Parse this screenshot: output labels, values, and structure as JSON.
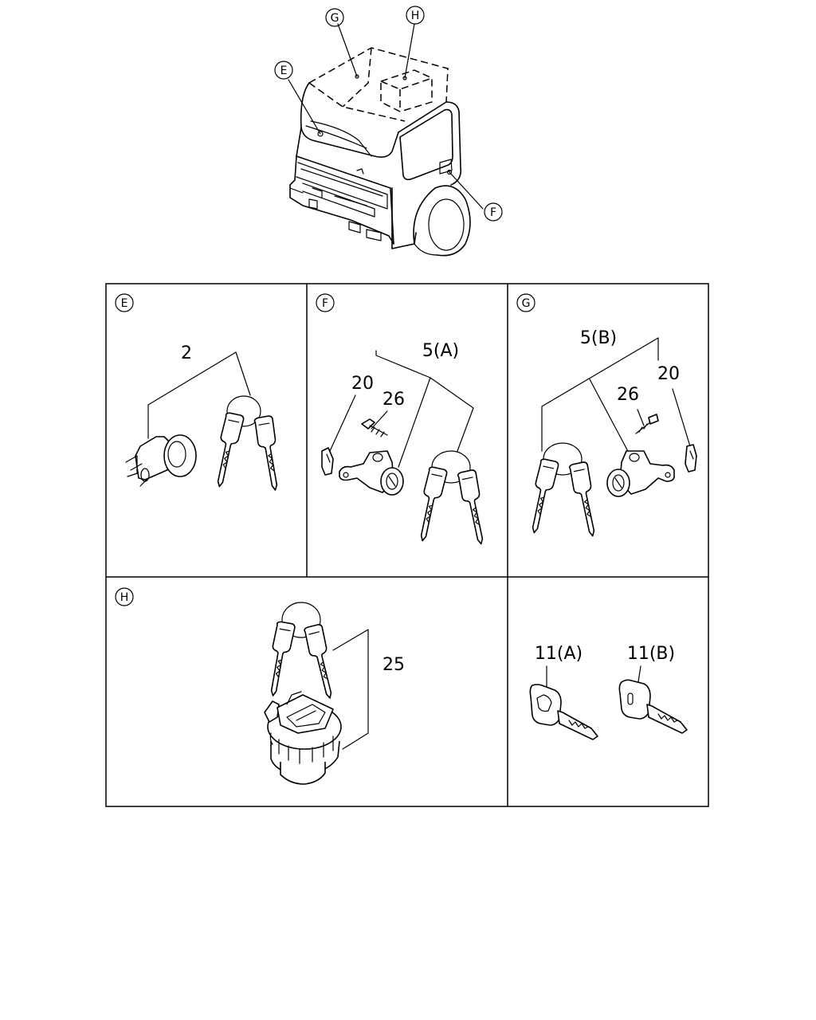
{
  "callouts": {
    "top_g": "G",
    "top_h": "H",
    "top_e": "E",
    "top_f": "F"
  },
  "panels": {
    "e": {
      "badge": "E",
      "ref_key_set": "2"
    },
    "f": {
      "badge": "F",
      "ref_lock_set": "5(A)",
      "ref_clip": "20",
      "ref_screw": "26"
    },
    "g": {
      "badge": "G",
      "ref_lock_set": "5(B)",
      "ref_clip": "20",
      "ref_screw": "26"
    },
    "h": {
      "badge": "H",
      "ref_cap_set": "25"
    },
    "keys": {
      "ref_key_a": "11(A)",
      "ref_key_b": "11(B)"
    }
  },
  "icons": {
    "truck": "truck-cab-illustration",
    "ignition": "ignition-cylinder-icon",
    "door_lock": "door-lock-cylinder-icon",
    "fuel_cap": "fuel-cap-icon",
    "key": "key-icon",
    "key_ring": "key-ring-icon"
  }
}
